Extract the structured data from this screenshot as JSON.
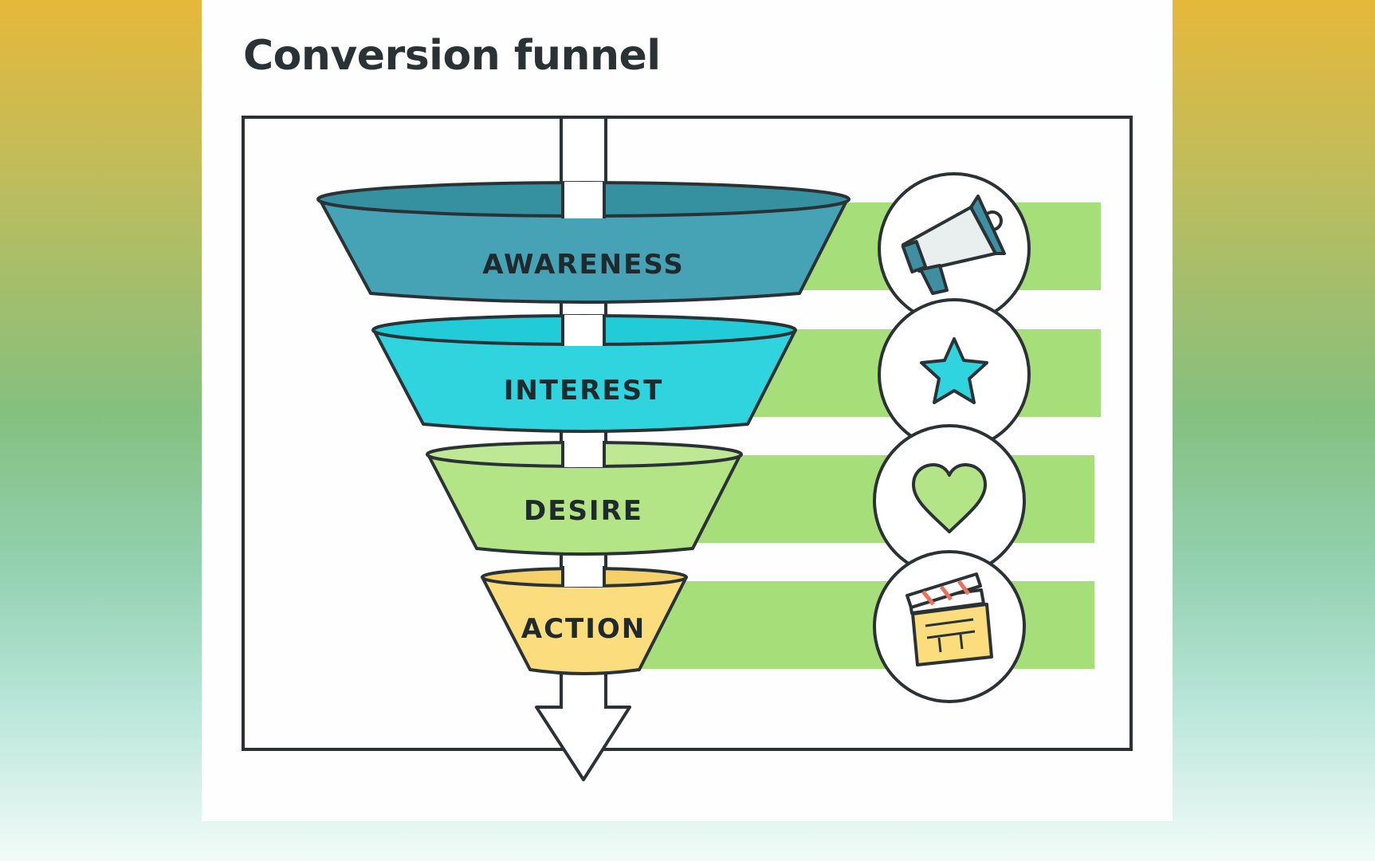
{
  "title": "Conversion funnel",
  "stages": [
    {
      "label": "AWARENESS",
      "icon": "megaphone-icon",
      "color": "#45a3b5"
    },
    {
      "label": "INTEREST",
      "icon": "star-icon",
      "color": "#2fd4de"
    },
    {
      "label": "DESIRE",
      "icon": "heart-icon",
      "color": "#b3e586"
    },
    {
      "label": "ACTION",
      "icon": "clapperboard-icon",
      "color": "#fbdd7e"
    }
  ],
  "colors": {
    "connector_band": "#a6df79",
    "outline": "#2b3236",
    "arrow_fill": "#ffffff"
  }
}
